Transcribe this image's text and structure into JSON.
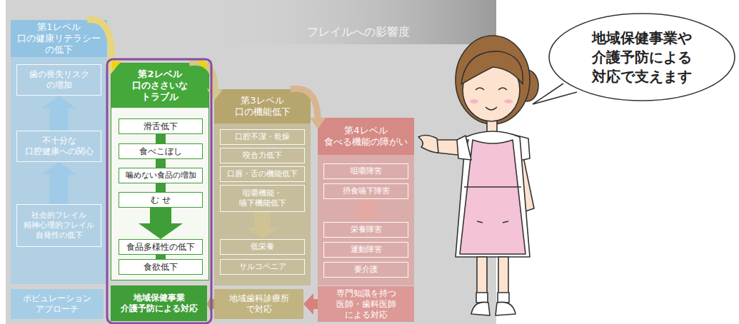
{
  "diagram": {
    "nodes": [
      {
        "text": [
          "第1レベル",
          "口の健康リテラシー の低下"
        ]
      },
      {
        "text": [
          "歯の喪失リスク の増加"
        ],
        "in": 0
      },
      {
        "text": [
          "不十分な 口腔健康への関心"
        ],
        "in": 0
      },
      {
        "text": [
          "社会的フレイル 精神心理的フレイル 自発性の低下"
        ],
        "in": 0
      },
      {
        "text": [
          "ポピュレーション アプローチ"
        ]
      },
      {
        "text": [
          "第2レベル",
          "口のささいな トラブル"
        ]
      },
      {
        "text": [
          "滑舌低下"
        ],
        "in": 5
      },
      {
        "text": [
          "食べこぼし"
        ],
        "in": 5
      },
      {
        "text": [
          "噛めない食品の増加"
        ],
        "in": 5
      },
      {
        "text": [
          "む せ"
        ],
        "in": 5
      },
      {
        "text": [
          "食品多様性の低下"
        ],
        "in": 5
      },
      {
        "text": [
          "食欲低下"
        ],
        "in": 5
      },
      {
        "text": [
          "地域保健事業 介護予防による対応"
        ]
      },
      {
        "text": [
          "第3レベル",
          "口の機能低下"
        ]
      },
      {
        "text": [
          "口腔不潔・乾燥"
        ],
        "in": 13
      },
      {
        "text": [
          "咬合力低下"
        ],
        "in": 13
      },
      {
        "text": [
          "口唇・舌の機能低下"
        ],
        "in": 13
      },
      {
        "text": [
          "咀嚼機能・ 嚥下機能低下"
        ],
        "in": 13
      },
      {
        "text": [
          "低栄養"
        ],
        "in": 13
      },
      {
        "text": [
          "サルコペニア"
        ],
        "in": 13
      },
      {
        "text": [
          "地域歯科診療所 で対応"
        ]
      },
      {
        "text": [
          "第4レベル",
          "食べる機能の障がい"
        ]
      },
      {
        "text": [
          "咀嚼障害"
        ],
        "in": 21
      },
      {
        "text": [
          "摂食嚥下障害"
        ],
        "in": 21
      },
      {
        "text": [
          "栄養障害"
        ],
        "in": 21
      },
      {
        "text": [
          "運動障害"
        ],
        "in": 21
      },
      {
        "text": [
          "要介護"
        ],
        "in": 21
      },
      {
        "text": [
          "専門知識を持つ 医師・歯科医師 による対応"
        ]
      },
      {
        "text": [
          "地域保健事業や 介護予防による 対応で支えます"
        ]
      }
    ],
    "edges": [
      {
        "from": 0,
        "to": 5,
        "arrow": "to"
      },
      {
        "from": 5,
        "to": 13,
        "arrow": "to"
      },
      {
        "from": 13,
        "to": 21,
        "arrow": "to"
      },
      {
        "from": 2,
        "to": 1,
        "arrow": "to"
      },
      {
        "from": 3,
        "to": 2,
        "arrow": "to"
      },
      {
        "from": 6,
        "to": 7,
        "arrow": "none"
      },
      {
        "from": 7,
        "to": 8,
        "arrow": "none"
      },
      {
        "from": 8,
        "to": 9,
        "arrow": "none"
      },
      {
        "from": 9,
        "to": 10,
        "arrow": "to"
      },
      {
        "from": 10,
        "to": 11,
        "arrow": "none"
      },
      {
        "from": 17,
        "to": 18,
        "arrow": "to"
      },
      {
        "from": 23,
        "to": 24,
        "arrow": "to"
      },
      {
        "from": 20,
        "to": 12,
        "arrow": "to"
      },
      {
        "from": 27,
        "to": 20,
        "arrow": "to"
      }
    ],
    "labels": [
      "フレイルへの影響度"
    ]
  }
}
